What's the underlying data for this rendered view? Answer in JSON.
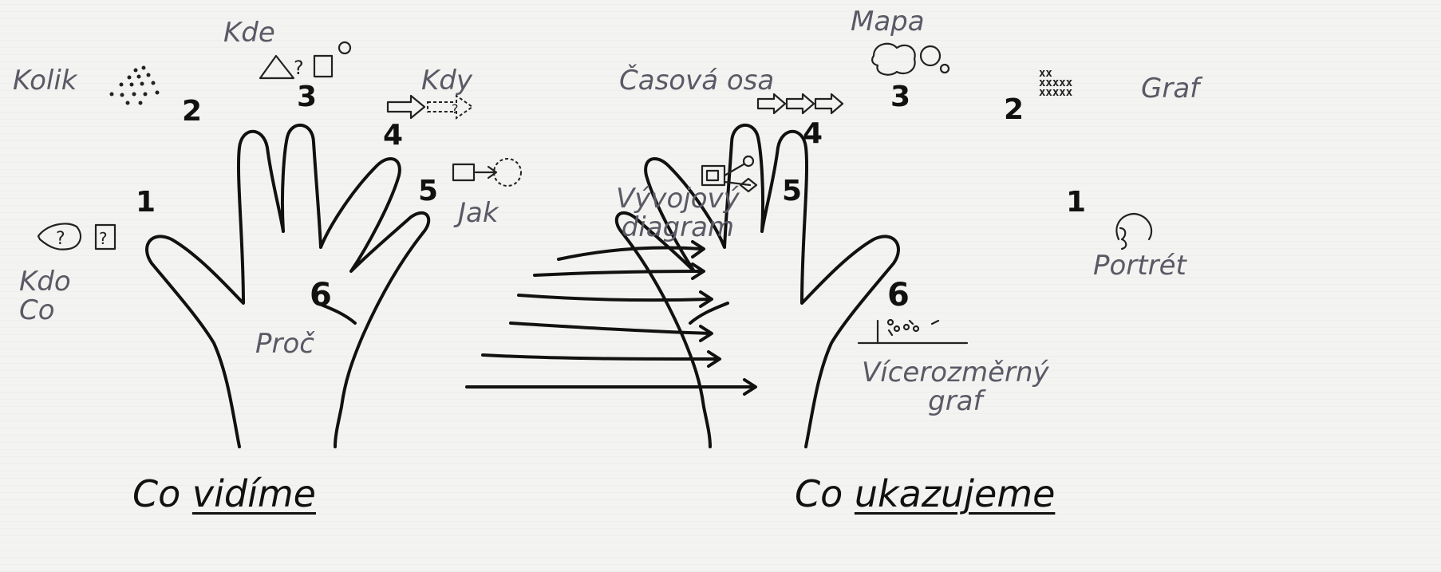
{
  "left_hand": {
    "title_prefix": "Co",
    "title_underlined": "vidíme",
    "fingers": [
      {
        "number": "1",
        "label": "Kdo\nCo",
        "icon": "question-person-icon"
      },
      {
        "number": "2",
        "label": "Kolik",
        "icon": "dots-icon"
      },
      {
        "number": "3",
        "label": "Kde",
        "icon": "shapes-icon"
      },
      {
        "number": "4",
        "label": "Kdy",
        "icon": "arrows-icon"
      },
      {
        "number": "5",
        "label": "Jak",
        "icon": "process-icon"
      },
      {
        "number": "6",
        "label": "Proč",
        "icon": ""
      }
    ]
  },
  "right_hand": {
    "title_prefix": "Co",
    "title_underlined": "ukazujeme",
    "fingers": [
      {
        "number": "1",
        "label": "Portrét",
        "icon": "portrait-icon"
      },
      {
        "number": "2",
        "label": "Graf",
        "icon": "chart-icon"
      },
      {
        "number": "3",
        "label": "Mapa",
        "icon": "map-icon"
      },
      {
        "number": "4",
        "label": "Časová osa",
        "icon": "timeline-icon"
      },
      {
        "number": "5",
        "label": "Vývojový\ndiagram",
        "icon": "flowchart-icon"
      },
      {
        "number": "6",
        "label": "Vícerozměrný\ngraf",
        "icon": "multivariable-chart-icon"
      }
    ]
  },
  "transition": {
    "arrow_count": 6
  },
  "colors": {
    "ink": "#111111",
    "pencil": "#5a5a66",
    "paper": "#f3f3f1"
  }
}
